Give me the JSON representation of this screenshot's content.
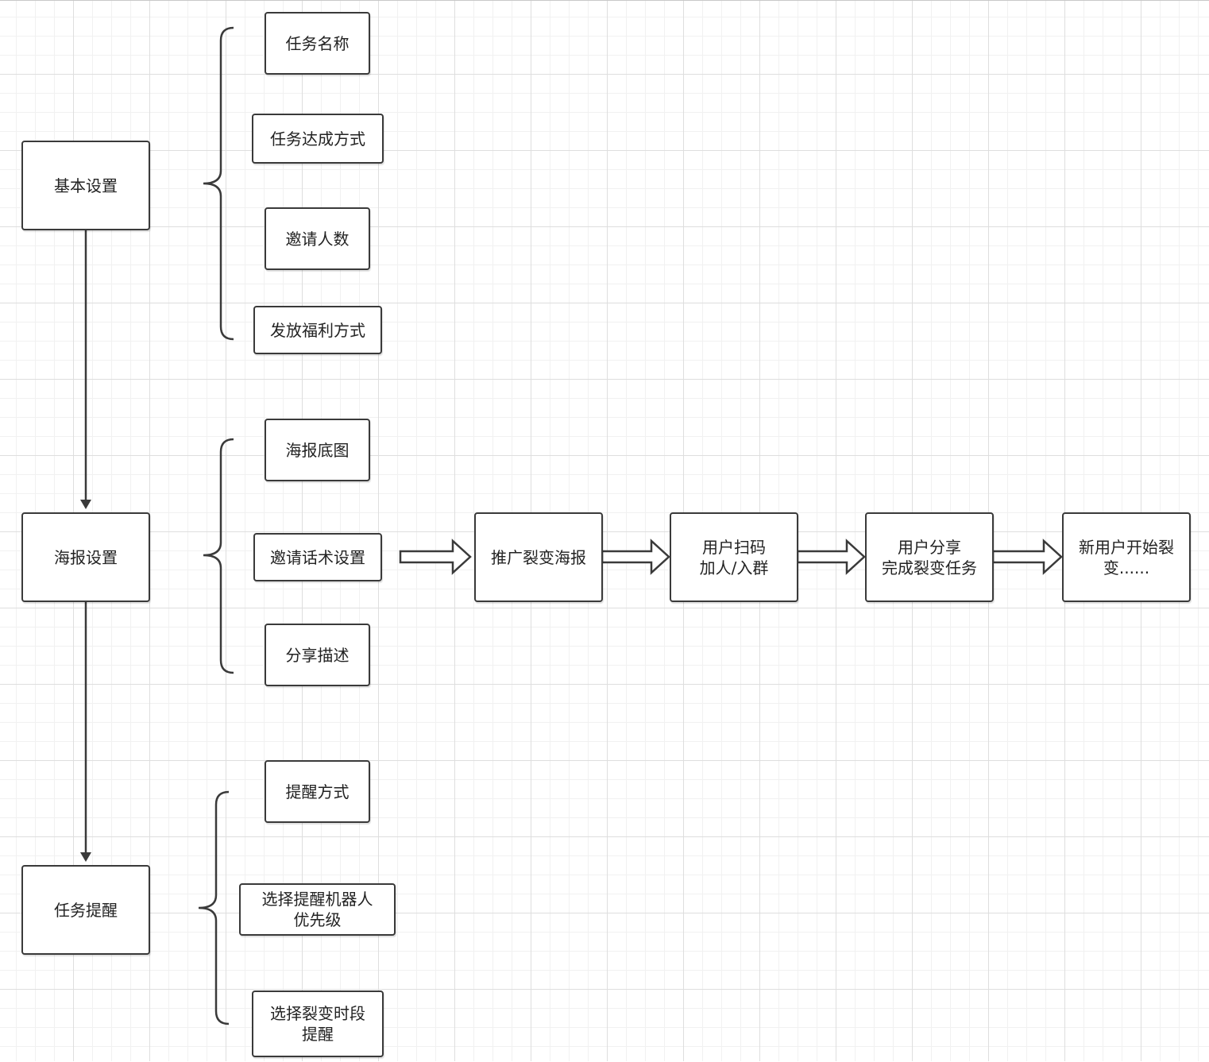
{
  "diagram": {
    "main_steps": {
      "basic_settings": "基本设置",
      "poster_settings": "海报设置",
      "task_reminder": "任务提醒"
    },
    "basic_settings_items": {
      "task_name": "任务名称",
      "task_completion_method": "任务达成方式",
      "invite_count": "邀请人数",
      "reward_distribution_method": "发放福利方式"
    },
    "poster_settings_items": {
      "poster_background": "海报底图",
      "invitation_script_settings": "邀请话术设置",
      "share_description": "分享描述"
    },
    "task_reminder_items": {
      "reminder_method": "提醒方式",
      "select_reminder_robot_priority": "选择提醒机器人\n优先级",
      "select_fission_period_reminder": "选择裂变时段\n提醒"
    },
    "flow": {
      "promote_fission_poster": "推广裂变海报",
      "user_scan_join_group": "用户扫码\n加人/入群",
      "user_share_complete_task": "用户分享\n完成裂变任务",
      "new_user_start_fission": "新用户开始裂\n变......"
    }
  },
  "colors": {
    "stroke": "#3a3a3a",
    "node_fill": "#ffffff",
    "grid_major": "#dedede",
    "grid_minor": "#f1f1f1"
  }
}
